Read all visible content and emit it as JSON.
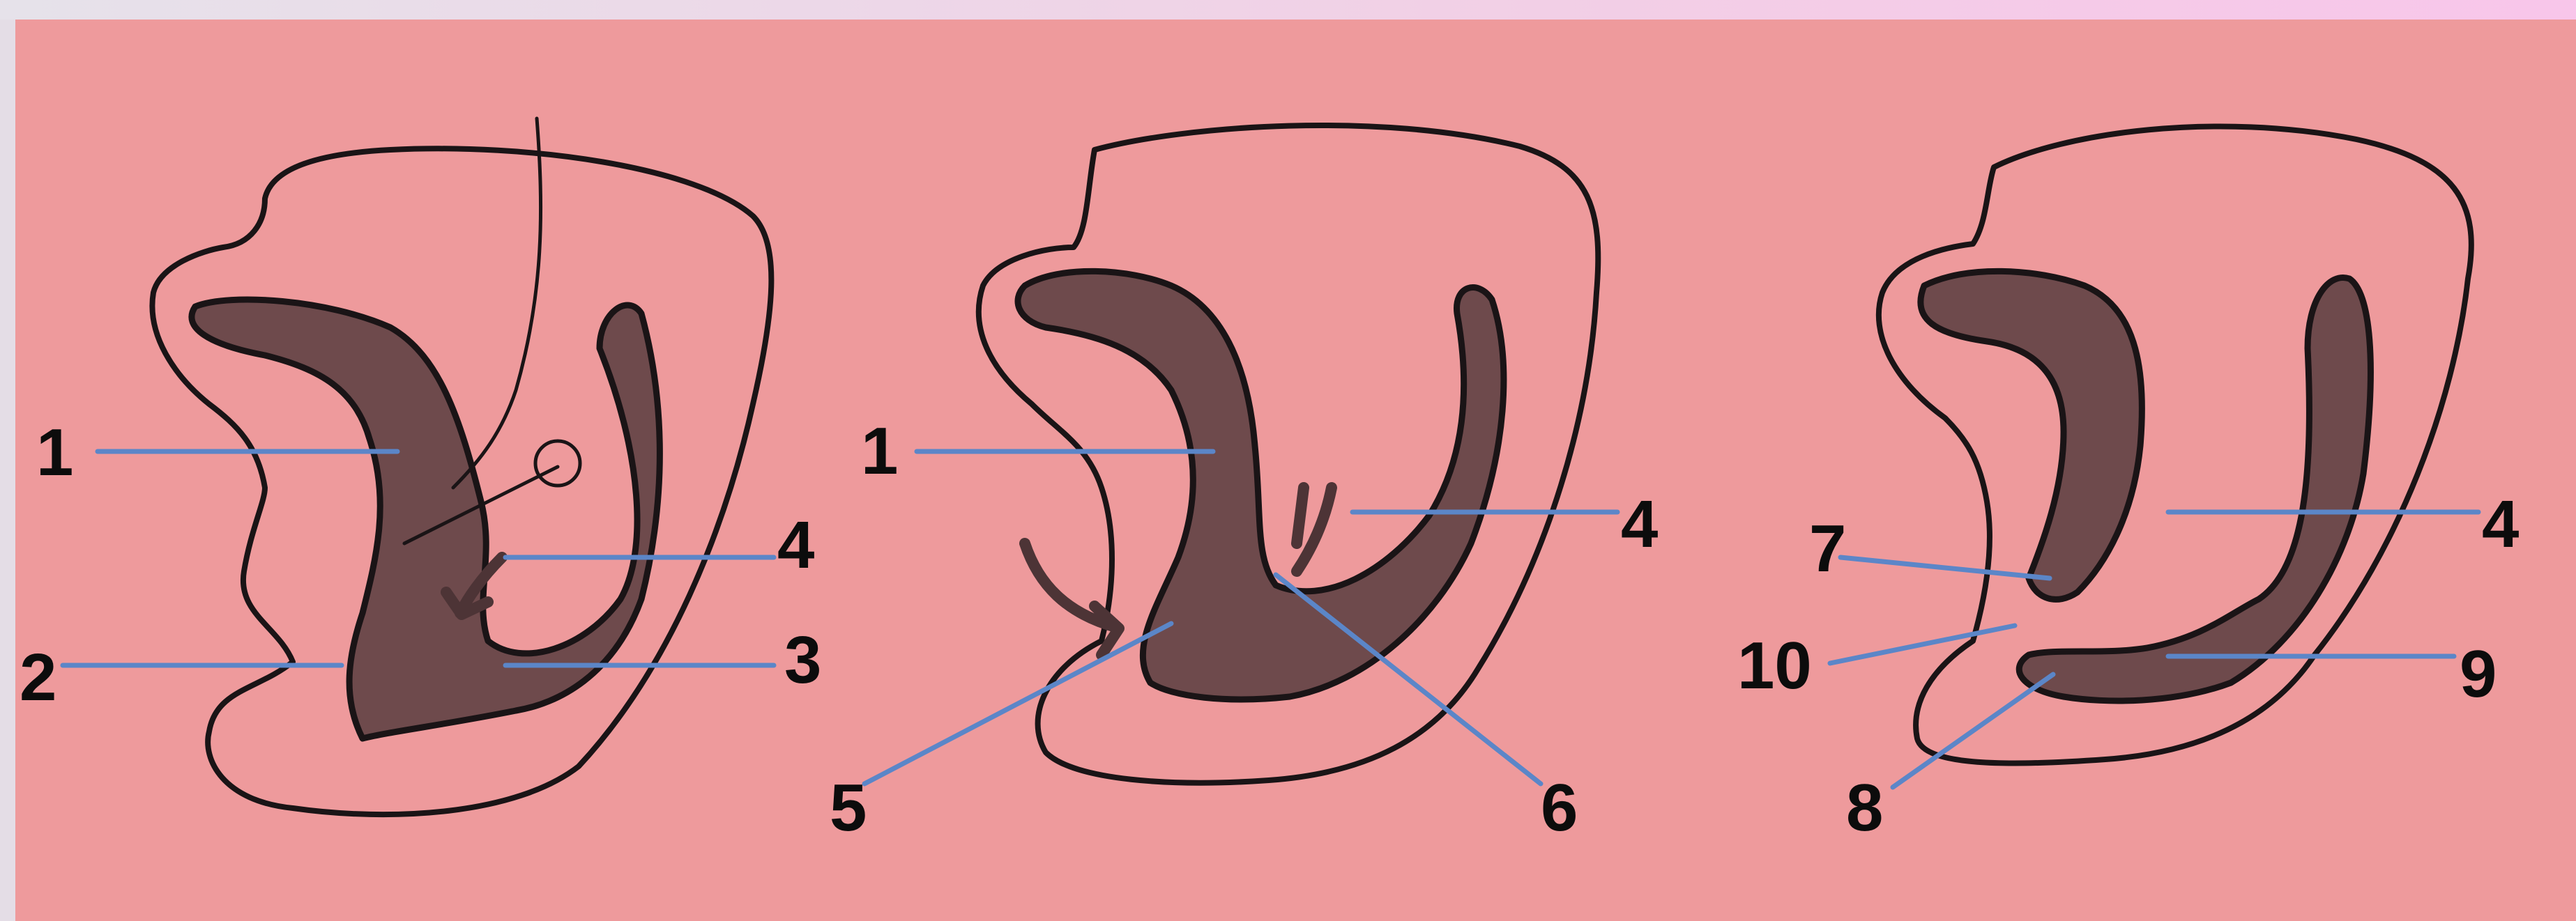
{
  "diagram": {
    "panels": [
      {
        "id": "stage-1",
        "labels": [
          "1",
          "2",
          "3",
          "4"
        ]
      },
      {
        "id": "stage-2",
        "labels": [
          "1",
          "4",
          "5",
          "6"
        ]
      },
      {
        "id": "stage-3",
        "labels": [
          "7",
          "4",
          "10",
          "9",
          "8"
        ]
      }
    ]
  },
  "colors": {
    "background": "#ee9a9c",
    "tissue": "#6e4a4c",
    "outline": "#1a1416",
    "leader": "#5b86c8"
  }
}
